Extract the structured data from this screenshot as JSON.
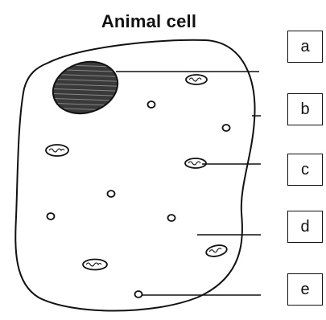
{
  "title": "Animal cell",
  "labels": [
    "a",
    "b",
    "c",
    "d",
    "e"
  ]
}
